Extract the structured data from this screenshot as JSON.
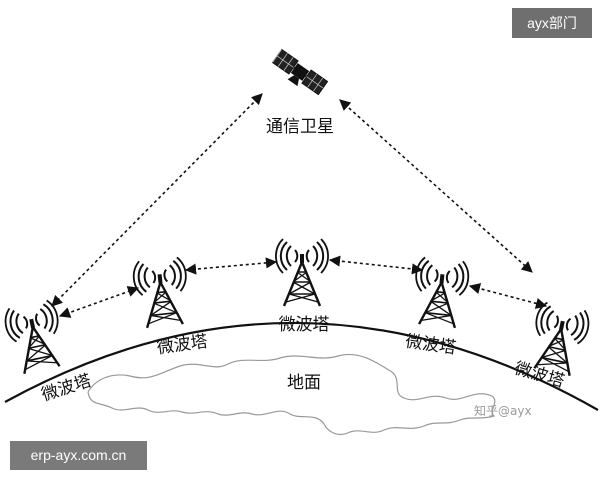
{
  "satellite": {
    "label": "通信卫星",
    "icon": "satellite-icon"
  },
  "towers": [
    {
      "label": "微波塔",
      "icon": "tower-icon"
    },
    {
      "label": "微波塔",
      "icon": "tower-icon"
    },
    {
      "label": "微波塔",
      "icon": "tower-icon"
    },
    {
      "label": "微波塔",
      "icon": "tower-icon"
    },
    {
      "label": "微波塔",
      "icon": "tower-icon"
    }
  ],
  "ground_label": "地面",
  "watermark": "知乎@ayx",
  "badge_top": "ayx部门",
  "badge_bottom": "erp-ayx.com.cn",
  "colors": {
    "ink": "#111111",
    "badge": "#707070"
  }
}
